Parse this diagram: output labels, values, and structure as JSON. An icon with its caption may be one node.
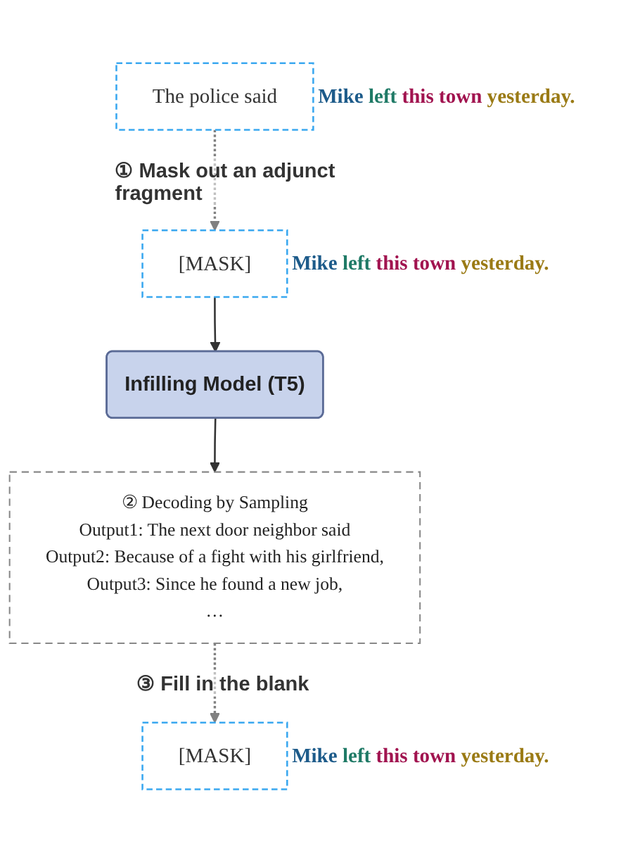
{
  "diagram": {
    "nodes": [
      {
        "text": [
          "The police said"
        ],
        "beside": [
          "Mike left this town yesterday."
        ]
      },
      {
        "text": [
          "[MASK]"
        ],
        "beside": [
          "Mike left this town yesterday."
        ]
      },
      {
        "text": [
          "Infilling Model (T5)"
        ]
      },
      {
        "text": [
          "② Decoding by Sampling",
          "Output1: The next door neighbor said",
          "Output2: Because of a fight with his girlfriend,",
          "Output3: Since he found a new job,",
          "…"
        ]
      },
      {
        "text": [
          "[MASK]"
        ],
        "beside": [
          "Mike left this town yesterday."
        ]
      }
    ],
    "edges": [
      {
        "from": 0,
        "to": 1,
        "arrow": "to",
        "label": "① Mask out an adjunct fragment",
        "style": "dashed",
        "color": "#808080"
      },
      {
        "from": 1,
        "to": 2,
        "arrow": "to"
      },
      {
        "from": 2,
        "to": 3,
        "arrow": "to"
      },
      {
        "from": 3,
        "to": 4,
        "arrow": "to",
        "label": "③ Fill in the blank",
        "style": "dashed",
        "color": "#808080"
      }
    ]
  }
}
